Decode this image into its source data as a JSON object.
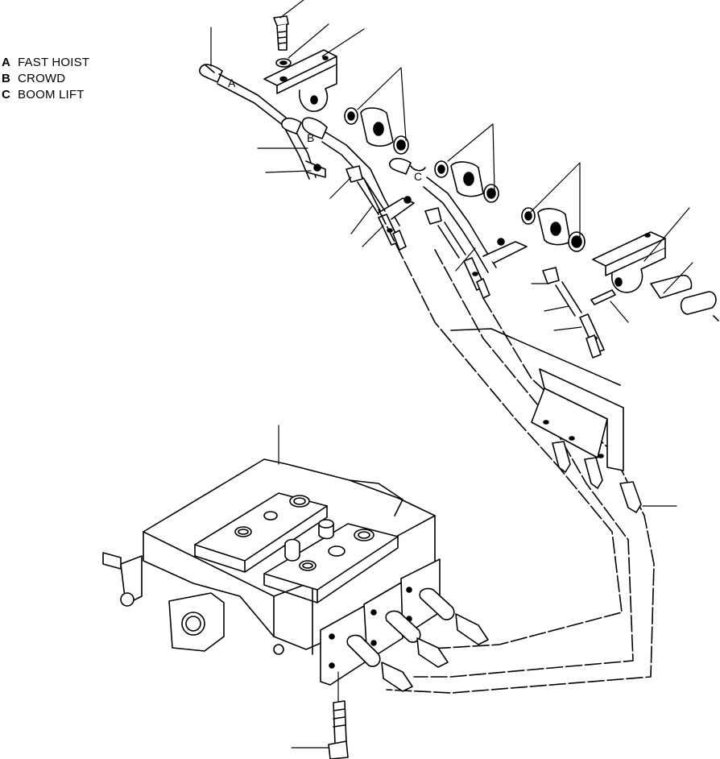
{
  "legend": [
    {
      "key": "A",
      "text": "FAST HOIST"
    },
    {
      "key": "B",
      "text": "CROWD"
    },
    {
      "key": "C",
      "text": "BOOM  LIFT"
    }
  ],
  "callouts": {
    "lever_a": "A",
    "lever_b": "B",
    "lever_c": "C"
  },
  "colors": {
    "ink": "#000000",
    "paper": "#ffffff"
  }
}
